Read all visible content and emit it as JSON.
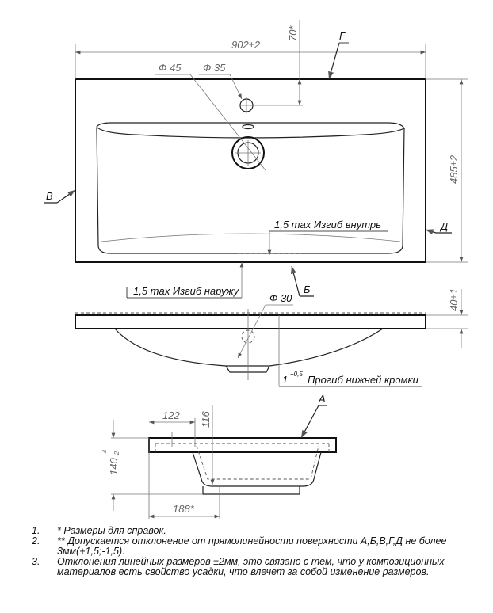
{
  "top_view": {
    "width_dim": "902±2",
    "offset_dim": "70*",
    "depth_dim": "485±2",
    "hole_small": "Ф 35",
    "hole_large": "Ф 45",
    "label_g": "Г",
    "label_v": "В",
    "label_d": "Д",
    "label_b": "Б",
    "bend_in": "1,5 max Изгиб внутрь",
    "bend_out": "1,5 max Изгиб наружу"
  },
  "front_view": {
    "drain_dim": "Ф 30",
    "thickness_dim": "40±1",
    "sag_value": "1",
    "sag_tol": "+0,5",
    "sag_text": "Прогиб нижней кромки"
  },
  "section_view": {
    "label_a": "A",
    "dim_122": "122",
    "dim_116": "116",
    "dim_140": "140",
    "dim_140_tol_up": "+4",
    "dim_140_tol_dn": "-2",
    "dim_188": "188*"
  },
  "notes": [
    {
      "num": "1.",
      "text": "*  Размеры для справок."
    },
    {
      "num": "2.",
      "text": "**  Допускается отклонение от прямолинейности поверхности А,Б,В,Г,Д не более 3мм(+1,5;-1,5)."
    },
    {
      "num": "3.",
      "text": "Отклонения линейных размеров ±2мм, это связано с тем, что у композиционных материалов есть свойство усадки, что влечет за собой изменение размеров."
    }
  ]
}
